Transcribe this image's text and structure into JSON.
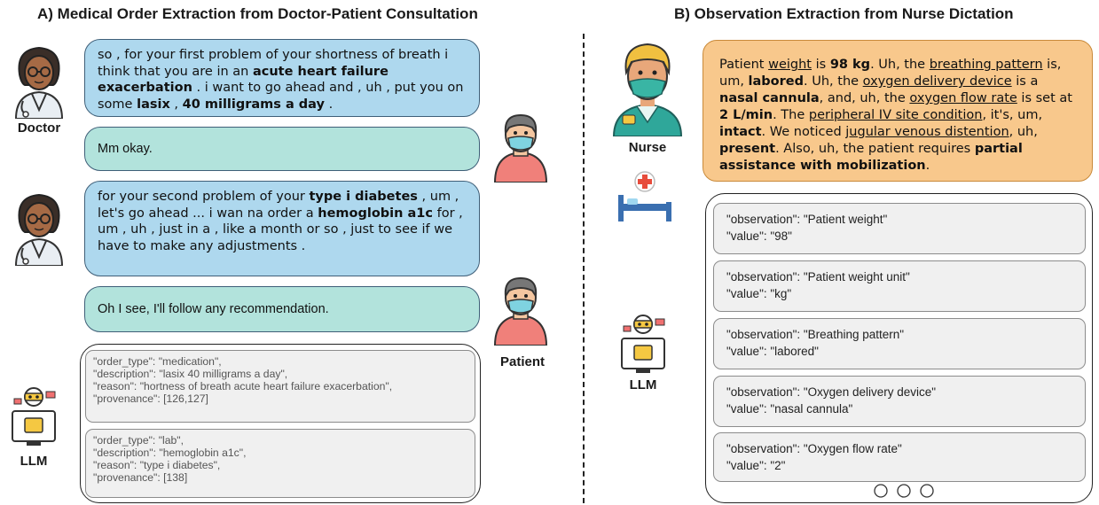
{
  "titles": {
    "a": "A) Medical Order Extraction from Doctor-Patient Consultation",
    "b": "B) Observation Extraction from Nurse Dictation"
  },
  "labels": {
    "doctor": "Doctor",
    "patient": "Patient",
    "nurse": "Nurse",
    "llm": "LLM"
  },
  "dialogue": {
    "doctor1": [
      {
        "t": "so , for your first problem of your shortness of breath i think that you are in an ",
        "b": false
      },
      {
        "t": "acute heart failure exacerbation",
        "b": true
      },
      {
        "t": " . i want to go ahead and , uh , put you on some ",
        "b": false
      },
      {
        "t": "lasix",
        "b": true
      },
      {
        "t": " , ",
        "b": false
      },
      {
        "t": "40 milligrams a day",
        "b": true
      },
      {
        "t": " .",
        "b": false
      }
    ],
    "patient1": "Mm okay.",
    "doctor2": [
      {
        "t": "for your second problem of your ",
        "b": false
      },
      {
        "t": "type i diabetes",
        "b": true
      },
      {
        "t": " , um , let's go ahead ... i wan na order a ",
        "b": false
      },
      {
        "t": "hemoglobin a1c",
        "b": true
      },
      {
        "t": " for , um , uh , just in a , like a month or so , just to see if we have to make any adjustments .",
        "b": false
      }
    ],
    "patient2": "Oh I see, I'll follow any recommendation."
  },
  "orders": [
    {
      "l1": "\"order_type\": \"medication\",",
      "l2": "\"description\": \"lasix 40 milligrams a day\",",
      "l3": "\"reason\": \"hortness of breath acute heart failure exacerbation\",",
      "l4": "\"provenance\": [126,127]"
    },
    {
      "l1": "\"order_type\": \"lab\",",
      "l2": "\"description\": \"hemoglobin a1c\",",
      "l3": "\"reason\": \"type i diabetes\",",
      "l4": "\"provenance\": [138]"
    }
  ],
  "dictation": [
    {
      "t": "Patient ",
      "s": ""
    },
    {
      "t": "weight",
      "s": "u"
    },
    {
      "t": " is ",
      "s": ""
    },
    {
      "t": "98 kg",
      "s": "b"
    },
    {
      "t": ". Uh, the ",
      "s": ""
    },
    {
      "t": "breathing pattern",
      "s": "u"
    },
    {
      "t": " is, um, ",
      "s": ""
    },
    {
      "t": "labored",
      "s": "b"
    },
    {
      "t": ". Uh, the ",
      "s": ""
    },
    {
      "t": "oxygen delivery device",
      "s": "u"
    },
    {
      "t": " is a ",
      "s": ""
    },
    {
      "t": "nasal cannula",
      "s": "b"
    },
    {
      "t": ", and, uh, the ",
      "s": ""
    },
    {
      "t": "oxygen flow rate",
      "s": "u"
    },
    {
      "t": " is set at ",
      "s": ""
    },
    {
      "t": "2 L/min",
      "s": "b"
    },
    {
      "t": ". The ",
      "s": ""
    },
    {
      "t": "peripheral IV site condition",
      "s": "u"
    },
    {
      "t": ", it's, um, ",
      "s": ""
    },
    {
      "t": "intact",
      "s": "b"
    },
    {
      "t": ". We noticed ",
      "s": ""
    },
    {
      "t": "jugular venous distention",
      "s": "u"
    },
    {
      "t": ", uh, ",
      "s": ""
    },
    {
      "t": "present",
      "s": "b"
    },
    {
      "t": ". Also, uh, the patient requires ",
      "s": ""
    },
    {
      "t": "partial assistance with mobilization",
      "s": "b"
    },
    {
      "t": ".",
      "s": ""
    }
  ],
  "observations": [
    {
      "o": "\"observation\": \"Patient weight\"",
      "v": "\"value\": \"98\""
    },
    {
      "o": "\"observation\": \"Patient weight unit\"",
      "v": "\"value\": \"kg\""
    },
    {
      "o": "\"observation\": \"Breathing pattern\"",
      "v": "\"value\": \"labored\""
    },
    {
      "o": "\"observation\": \"Oxygen delivery device\"",
      "v": "\"value\": \"nasal cannula\""
    },
    {
      "o": "\"observation\": \"Oxygen flow rate\"",
      "v": "\"value\": \"2\""
    }
  ],
  "colors": {
    "doctor_bubble": "#aed8ee",
    "patient_bubble": "#b2e3dc",
    "nurse_bubble": "#f8c88c",
    "json_box": "#f0f0f0"
  },
  "icons": [
    "doctor-icon",
    "patient-icon",
    "nurse-icon",
    "hospital-bed-icon",
    "llm-robot-icon"
  ]
}
